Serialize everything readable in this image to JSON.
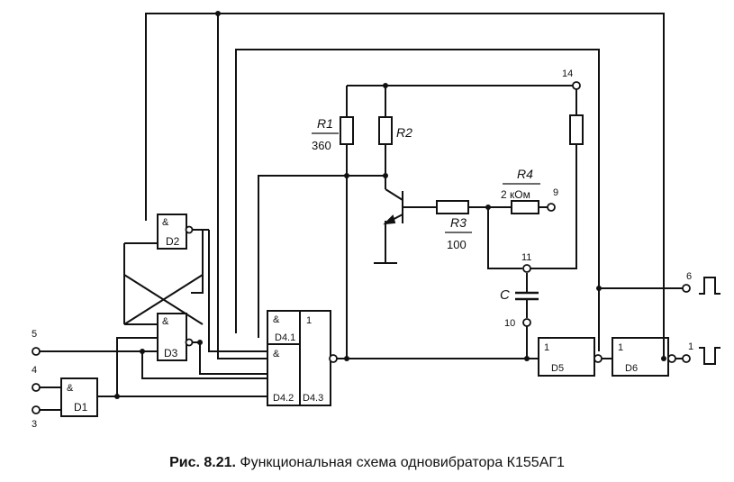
{
  "caption": {
    "label": "Рис. 8.21.",
    "text": "Функциональная схема одновибратора К155АГ1"
  },
  "pins": {
    "p1": "1",
    "p3": "3",
    "p4": "4",
    "p5": "5",
    "p6": "6",
    "p9": "9",
    "p10": "10",
    "p11": "11",
    "p14": "14"
  },
  "gates": {
    "and_symbol": "&",
    "one_symbol": "1",
    "d1": "D1",
    "d2": "D2",
    "d3": "D3",
    "d41": "D4.1",
    "d42": "D4.2",
    "d43": "D4.3",
    "d5": "D5",
    "d6": "D6"
  },
  "components": {
    "r1": "R1",
    "r1_value": "360",
    "r2": "R2",
    "r3": "R3",
    "r3_value": "100",
    "r4": "R4",
    "r4_value": "2 кОм",
    "c": "C"
  },
  "colors": {
    "ink": "#111111",
    "background": "#ffffff"
  }
}
